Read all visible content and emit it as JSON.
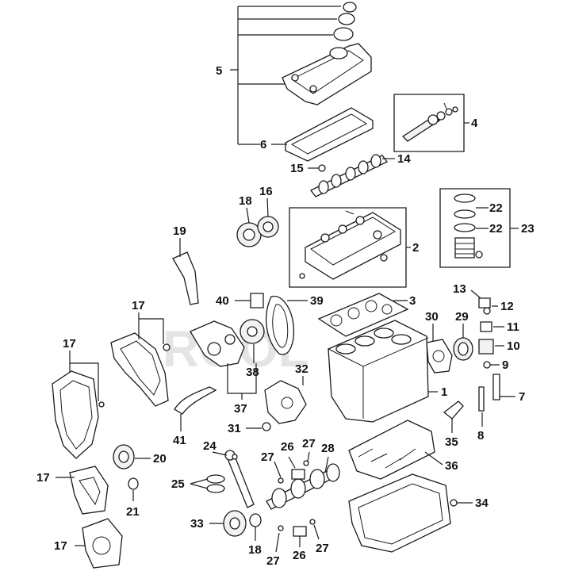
{
  "diagram": {
    "watermark": "ROOL",
    "callouts": {
      "c1": "1",
      "c2": "2",
      "c3": "3",
      "c4": "4",
      "c5": "5",
      "c6": "6",
      "c7": "7",
      "c8": "8",
      "c9": "9",
      "c10": "10",
      "c11": "11",
      "c12": "12",
      "c13": "13",
      "c14": "14",
      "c15": "15",
      "c16": "16",
      "c17a": "17",
      "c17b": "17",
      "c17c": "17",
      "c17d": "17",
      "c18a": "18",
      "c18b": "18",
      "c19": "19",
      "c20": "20",
      "c21": "21",
      "c22a": "22",
      "c22b": "22",
      "c23": "23",
      "c24": "24",
      "c25": "25",
      "c26a": "26",
      "c26b": "26",
      "c27a": "27",
      "c27b": "27",
      "c27c": "27",
      "c27d": "27",
      "c28": "28",
      "c29": "29",
      "c30": "30",
      "c31": "31",
      "c32": "32",
      "c33": "33",
      "c34": "34",
      "c35": "35",
      "c36": "36",
      "c37": "37",
      "c38": "38",
      "c39": "39",
      "c40": "40",
      "c41": "41"
    }
  }
}
